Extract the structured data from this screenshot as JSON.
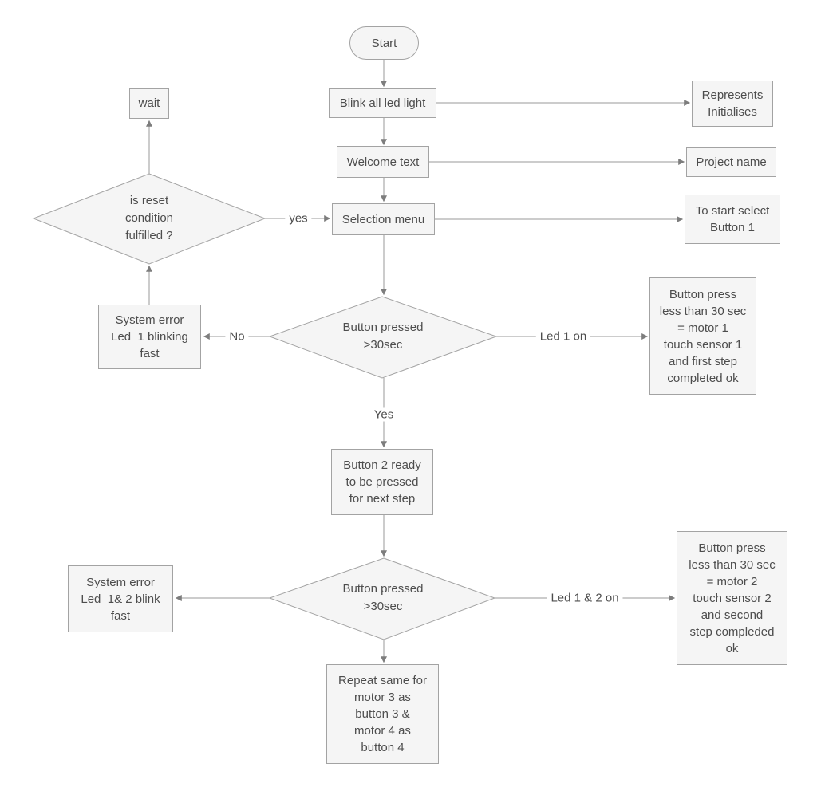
{
  "diagram_title": "flowchart",
  "colors": {
    "node_fill": "#f5f5f5",
    "node_border": "#a3a3a3",
    "line": "#9a9a9a",
    "arrowhead": "#7d7d7d",
    "text": "#4d4d4d",
    "background": "#ffffff"
  },
  "nodes": {
    "start": "Start",
    "blink": "Blink all led light",
    "welcome": "Welcome text",
    "selection": "Selection menu",
    "wait": "wait",
    "reset_check": "is reset\ncondition\nfulfilled ?",
    "decision1": "Button pressed\n>30sec",
    "decision2": "Button pressed\n>30sec",
    "system_error1": "System error\nLed  1 blinking\nfast",
    "system_error2": "System error\nLed  1& 2 blink\nfast",
    "button2_ready": "Button 2 ready\nto be pressed\nfor next step",
    "repeat": "Repeat same for\nmotor 3 as\nbutton 3 &\nmotor 4 as\nbutton 4",
    "note_initialises": "Represents\nInitialises",
    "note_project": "Project name",
    "note_button1": "To start select\nButton 1",
    "note_motor1": "Button press\nless than 30 sec\n= motor 1\ntouch sensor 1\nand first step\ncompleted ok",
    "note_motor2": "Button press\nless than 30 sec\n= motor 2\ntouch sensor 2\nand second\nstep compleded\nok"
  },
  "edge_labels": {
    "reset_yes": "yes",
    "d1_no": "No",
    "d1_yes": "Yes",
    "d1_led": "Led 1 on",
    "d2_led": "Led 1 & 2 on"
  }
}
